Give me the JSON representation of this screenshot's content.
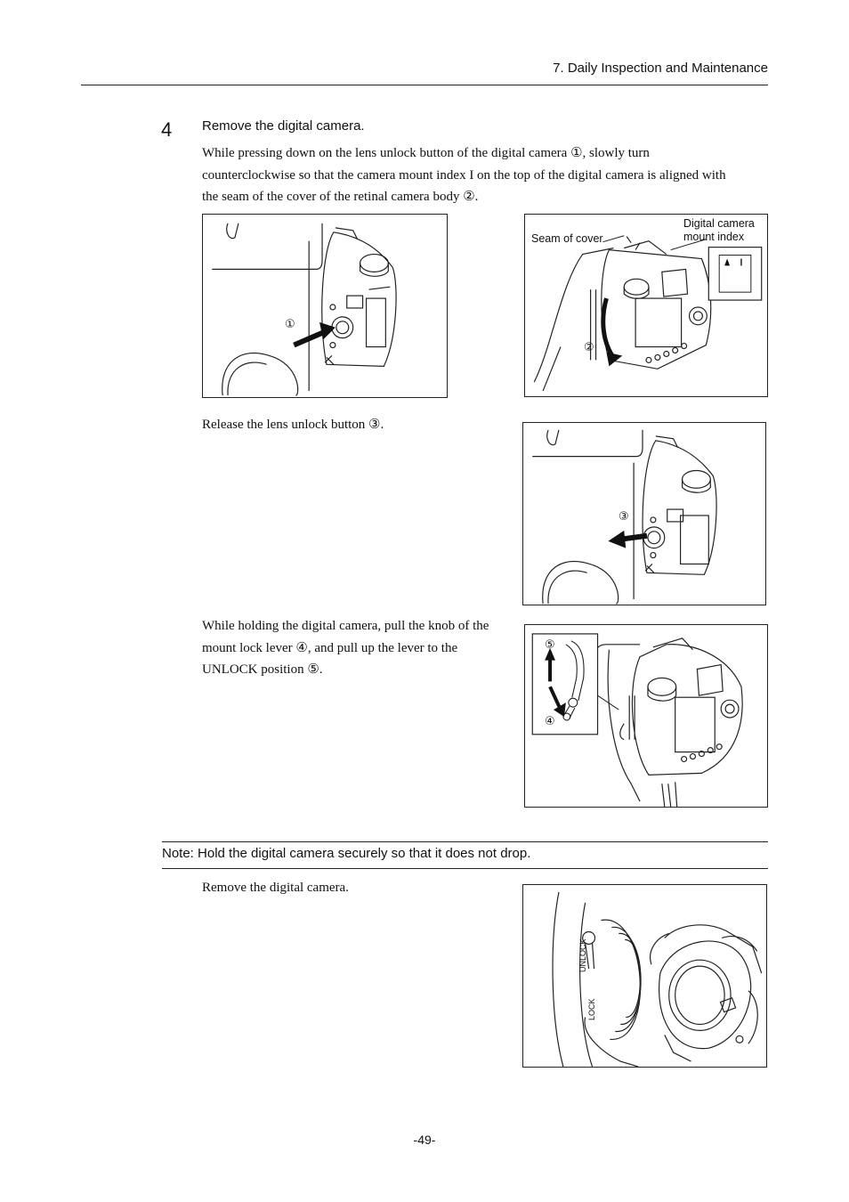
{
  "header": {
    "section": "7. Daily Inspection and Maintenance"
  },
  "step": {
    "number": "4",
    "title": "Remove the digital camera.",
    "line1": "While pressing down on the lens unlock button of the digital camera ①, slowly turn",
    "line2": "counterclockwise so that the camera mount index I on the top of the digital camera is aligned with",
    "line3": "the seam of the cover of the retinal camera body ②."
  },
  "figure2": {
    "seam_label": "Seam of cover",
    "index_label_1": "Digital camera",
    "index_label_2": "mount index",
    "callout": "②"
  },
  "figure1": {
    "callout": "①"
  },
  "release": {
    "text": "Release the lens unlock button ③."
  },
  "figure3": {
    "callout": "③"
  },
  "lever": {
    "line1": "While holding the digital camera, pull the knob of the",
    "line2": "mount lock lever ④, and pull up the lever to the",
    "line3": "UNLOCK position ⑤."
  },
  "figure4": {
    "callout_top": "⑤",
    "callout_bottom": "④"
  },
  "note": {
    "text": "Note:  Hold the digital camera securely so that it does not drop."
  },
  "final": {
    "text": "Remove the digital camera."
  },
  "figure5": {
    "unlock_text": "UNLOCK",
    "lock_text": "LOCK"
  },
  "footer": {
    "page_number": "-49-"
  }
}
